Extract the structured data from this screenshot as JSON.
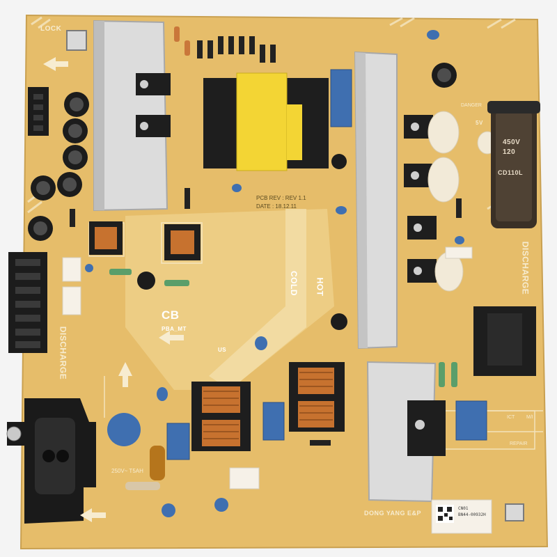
{
  "board": {
    "lock": "LOCK",
    "pcb_rev": "PCB REV : REV 1.1",
    "date": "DATE : 18.12.11",
    "cold": "COLD",
    "hot": "HOT",
    "cb": "CB",
    "pba_mt": "PBA_MT",
    "discharge_right": "DISCHARGE",
    "discharge_left": "DISCHARGE",
    "danger": "DANGER",
    "fuse_rating": "250V~ T5AH",
    "manufacturer": "DONG YANG E&P",
    "part_number": "BN44-00932H",
    "cn_label": "CN01",
    "us": "US",
    "label_120": "120",
    "label_450v": "450V",
    "label_cd110l": "CD110L",
    "label_hot_rail": "5V",
    "repair": "REPAIR",
    "ict": "ICT",
    "mi": "M/I"
  },
  "colors": {
    "pcb": "#e6bd6a",
    "pcb_light": "#edcd84",
    "silk": "#f7ecd0",
    "heatsink": "#d9d9d9",
    "capacitor_blue": "#3f6fb0",
    "transformer_yellow": "#f3d534",
    "connector_black": "#1c1c1c"
  }
}
